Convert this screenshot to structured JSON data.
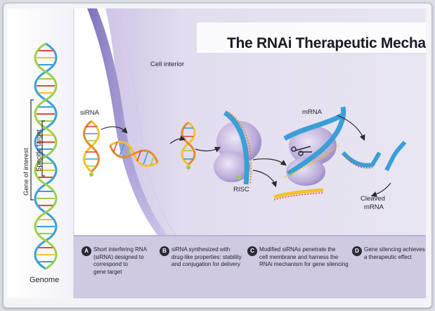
{
  "title": "The RNAi Therapeutic Mechanism",
  "labels": {
    "cell_interior": "Cell interior",
    "sirna": "siRNA",
    "mrna": "mRNA",
    "risc": "RISC",
    "cleaved_mrna_line1": "Cleaved",
    "cleaved_mrna_line2": "mRNA",
    "genome": "Genome",
    "gene_of_interest": "Gene of interest",
    "specific_target": "Specific target"
  },
  "steps": [
    {
      "badge": "A",
      "lines": [
        "Short interfering RNA",
        "(siRNA) designed to",
        "correspond to",
        "gene target"
      ]
    },
    {
      "badge": "B",
      "lines": [
        "siRNA synthesized with",
        "drug-like properties: stability",
        "and conjugation for delivery"
      ]
    },
    {
      "badge": "C",
      "lines": [
        "Modified siRNAs penetrate the",
        "cell membrane and harness the",
        "RNAi mechanism for gene silencing"
      ]
    },
    {
      "badge": "D",
      "lines": [
        "Gene silencing achieves",
        "a therapeutic effect"
      ]
    }
  ],
  "colors": {
    "cell_background": "#ddd7ec",
    "membrane": "#8e80c4",
    "step_band": "#cfc9e2",
    "arrow": "#2a2a34",
    "rna_strand": "#3a9fd6"
  }
}
